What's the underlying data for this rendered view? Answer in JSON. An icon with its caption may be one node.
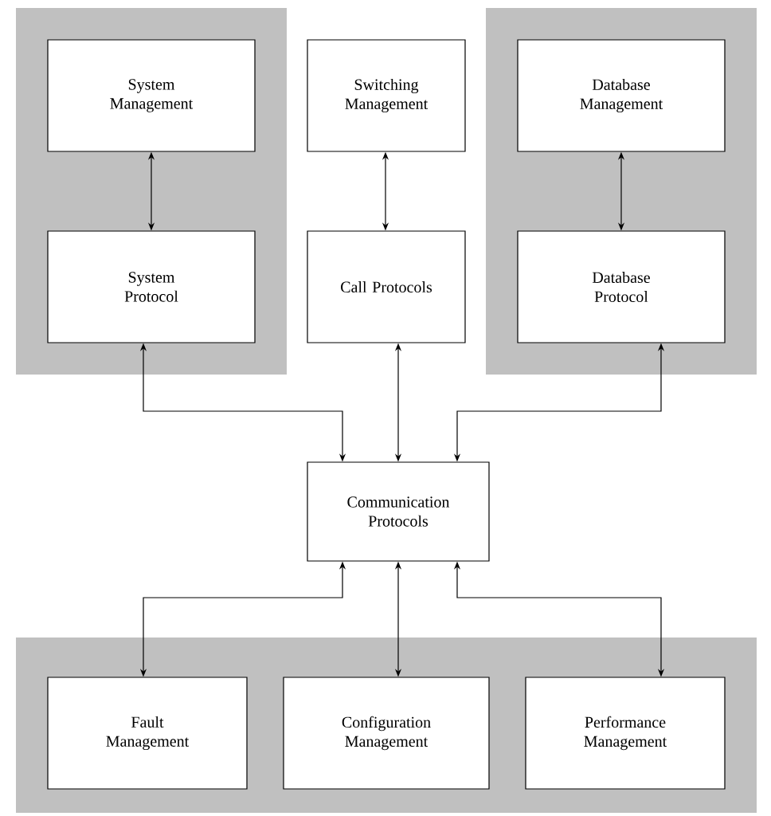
{
  "diagram": {
    "nodes": [
      {
        "text": [],
        "shape": "box"
      },
      {
        "text": [
          "System Management"
        ],
        "in": 0
      },
      {
        "text": [
          "System Protocol"
        ],
        "in": 0
      },
      {
        "text": [
          "Switching Management"
        ]
      },
      {
        "text": [
          "Call Protocols"
        ]
      },
      {
        "text": [],
        "shape": "box"
      },
      {
        "text": [
          "Database Management"
        ],
        "in": 5
      },
      {
        "text": [
          "Database Protocol"
        ],
        "in": 5
      },
      {
        "text": [
          "Communication Protocols"
        ]
      },
      {
        "text": [],
        "shape": "box"
      },
      {
        "text": [
          "Fault Management"
        ],
        "in": 9
      },
      {
        "text": [
          "Configuration Management"
        ],
        "in": 9
      },
      {
        "text": [
          "Performance Management"
        ],
        "in": 9
      }
    ],
    "edges": [
      {
        "from": 1,
        "to": 2,
        "arrow": "both"
      },
      {
        "from": 3,
        "to": 4,
        "arrow": "both"
      },
      {
        "from": 6,
        "to": 7,
        "arrow": "both"
      },
      {
        "from": 2,
        "to": 8,
        "arrow": "both"
      },
      {
        "from": 4,
        "to": 8,
        "arrow": "both"
      },
      {
        "from": 7,
        "to": 8,
        "arrow": "both"
      },
      {
        "from": 8,
        "to": 10,
        "arrow": "both"
      },
      {
        "from": 8,
        "to": 11,
        "arrow": "both"
      },
      {
        "from": 8,
        "to": 12,
        "arrow": "both"
      }
    ]
  }
}
